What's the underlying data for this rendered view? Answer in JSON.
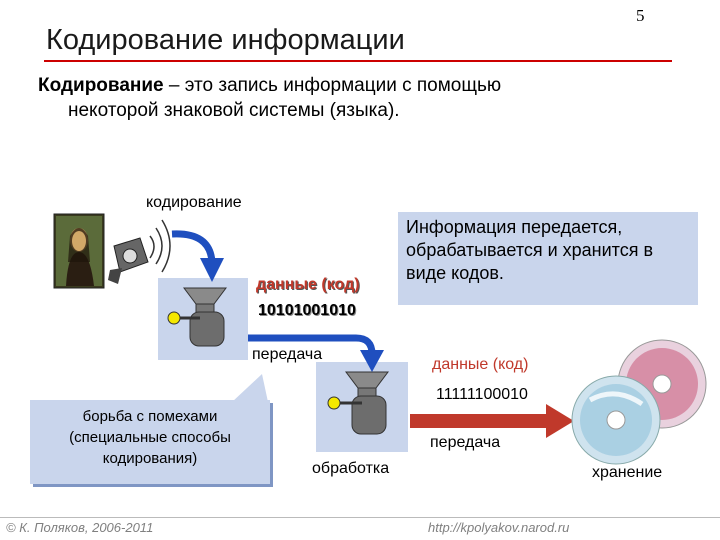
{
  "page_number": "5",
  "title": "Кодирование информации",
  "definition": {
    "term": "Кодирование",
    "rest_line1": " – это запись информации с помощью",
    "line2": "некоторой знаковой системы (языка)."
  },
  "labels": {
    "encoding": "кодирование",
    "data_code_1": "данные (код)",
    "binary_1": "10101001010",
    "transfer_1": "передача",
    "data_code_2": "данные (код)",
    "binary_2": "11111100010",
    "transfer_2": "передача",
    "processing": "обработка",
    "storage": "хранение"
  },
  "info_box": {
    "text": "Информация передается, обрабатывается и хранится в виде кодов."
  },
  "noise_box": {
    "line1": "борьба с помехами",
    "line2": "(специальные способы",
    "line3": "кодирования)"
  },
  "footer": {
    "left": "© К. Поляков, 2006-2011",
    "right": "http://kpolyakov.narod.ru"
  },
  "colors": {
    "accent_red": "#cc0000",
    "arrow_blue": "#1f4fbf",
    "arrow_red": "#c0392b",
    "box_fill": "#c9d5ec",
    "machine_gray": "#7a7a7a"
  },
  "icons": [
    "mona-lisa-portrait-icon",
    "camera-icon",
    "coding-machine-icon",
    "processing-machine-icon",
    "cd-discs-icon"
  ]
}
